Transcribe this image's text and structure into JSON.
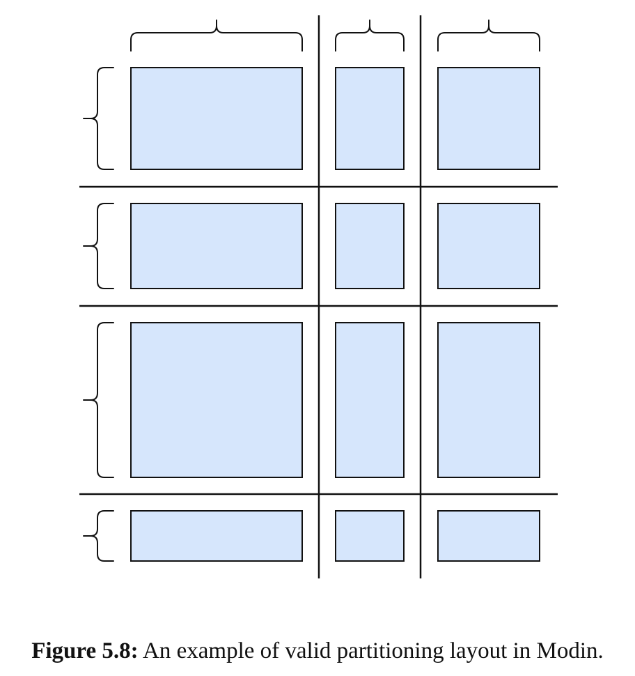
{
  "caption": {
    "label": "Figure 5.8:",
    "text": "An example of valid partitioning layout in Modin."
  },
  "layout": {
    "row_partitions": 4,
    "column_partitions": 3
  },
  "colors": {
    "partition_fill": "#d6e6fc",
    "line": "#111111"
  }
}
